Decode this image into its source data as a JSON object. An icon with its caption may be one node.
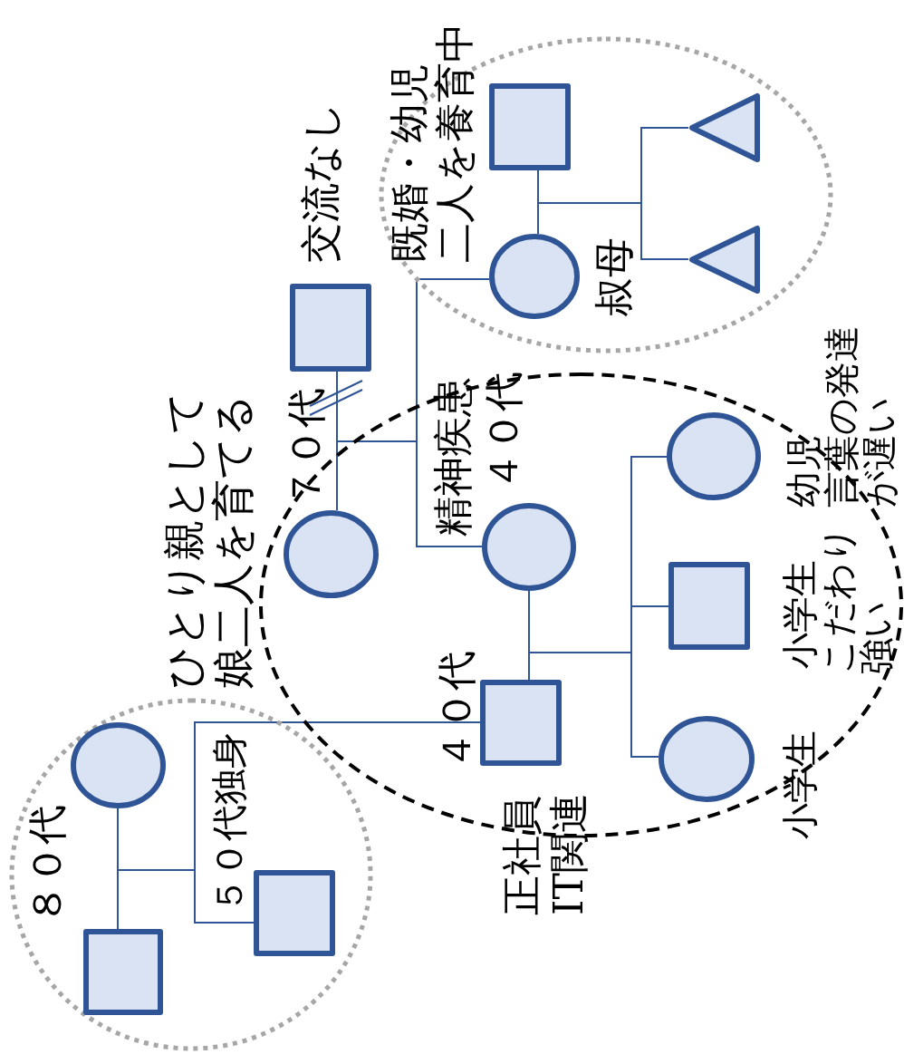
{
  "diagram": {
    "nodes": [
      {
        "text": [],
        "shape": "ellipse"
      },
      {
        "text": [],
        "shape": "box",
        "in": 0
      },
      {
        "text": [],
        "shape": "circle",
        "in": 0
      },
      {
        "text": [],
        "shape": "box",
        "in": 0,
        "beside": [
          "５０代独身"
        ]
      },
      {
        "text": [],
        "shape": "ellipse"
      },
      {
        "text": [],
        "shape": "circle",
        "in": 4,
        "beside": [
          "ひとり親として娘二人を育てる"
        ]
      },
      {
        "text": [],
        "shape": "box",
        "in": 4,
        "beside": [
          "４０代",
          "正社員",
          "IT関連"
        ]
      },
      {
        "text": [],
        "shape": "circle",
        "in": 4,
        "beside": [
          "精神疾患",
          "４０代"
        ]
      },
      {
        "text": [],
        "shape": "circle",
        "in": 4,
        "beside": [
          "小学生"
        ]
      },
      {
        "text": [],
        "shape": "box",
        "in": 4,
        "beside": [
          "小学生",
          "こだわり強い"
        ]
      },
      {
        "text": [],
        "shape": "circle",
        "in": 4,
        "beside": [
          "幼児",
          "言葉の発達が遅い"
        ]
      },
      {
        "text": [],
        "shape": "box",
        "beside": [
          "７０代",
          "交流なし"
        ]
      },
      {
        "text": [],
        "shape": "ellipse"
      },
      {
        "text": [],
        "shape": "circle",
        "in": 12,
        "beside": [
          "叔母"
        ]
      },
      {
        "text": [],
        "shape": "box",
        "in": 12
      },
      {
        "text": [],
        "shape": "triangle",
        "in": 12
      },
      {
        "text": [],
        "shape": "triangle",
        "in": 12
      }
    ],
    "edges": [
      {
        "from": 1,
        "to": 2,
        "arrow": "none"
      },
      {
        "from": 2,
        "to": 3,
        "arrow": "none"
      },
      {
        "from": 2,
        "to": 6,
        "arrow": "none"
      },
      {
        "from": 11,
        "to": 5,
        "arrow": "none"
      },
      {
        "from": 5,
        "to": 7,
        "arrow": "none"
      },
      {
        "from": 5,
        "to": 13,
        "arrow": "none"
      },
      {
        "from": 6,
        "to": 7,
        "arrow": "none"
      },
      {
        "from": 7,
        "to": 8,
        "arrow": "none"
      },
      {
        "from": 7,
        "to": 9,
        "arrow": "none"
      },
      {
        "from": 7,
        "to": 10,
        "arrow": "none"
      },
      {
        "from": 14,
        "to": 13,
        "arrow": "none"
      },
      {
        "from": 13,
        "to": 15,
        "arrow": "none"
      },
      {
        "from": 13,
        "to": 16,
        "arrow": "none"
      }
    ],
    "labels": [
      "８０代",
      "既婚・幼児",
      "二人を養育中"
    ]
  }
}
